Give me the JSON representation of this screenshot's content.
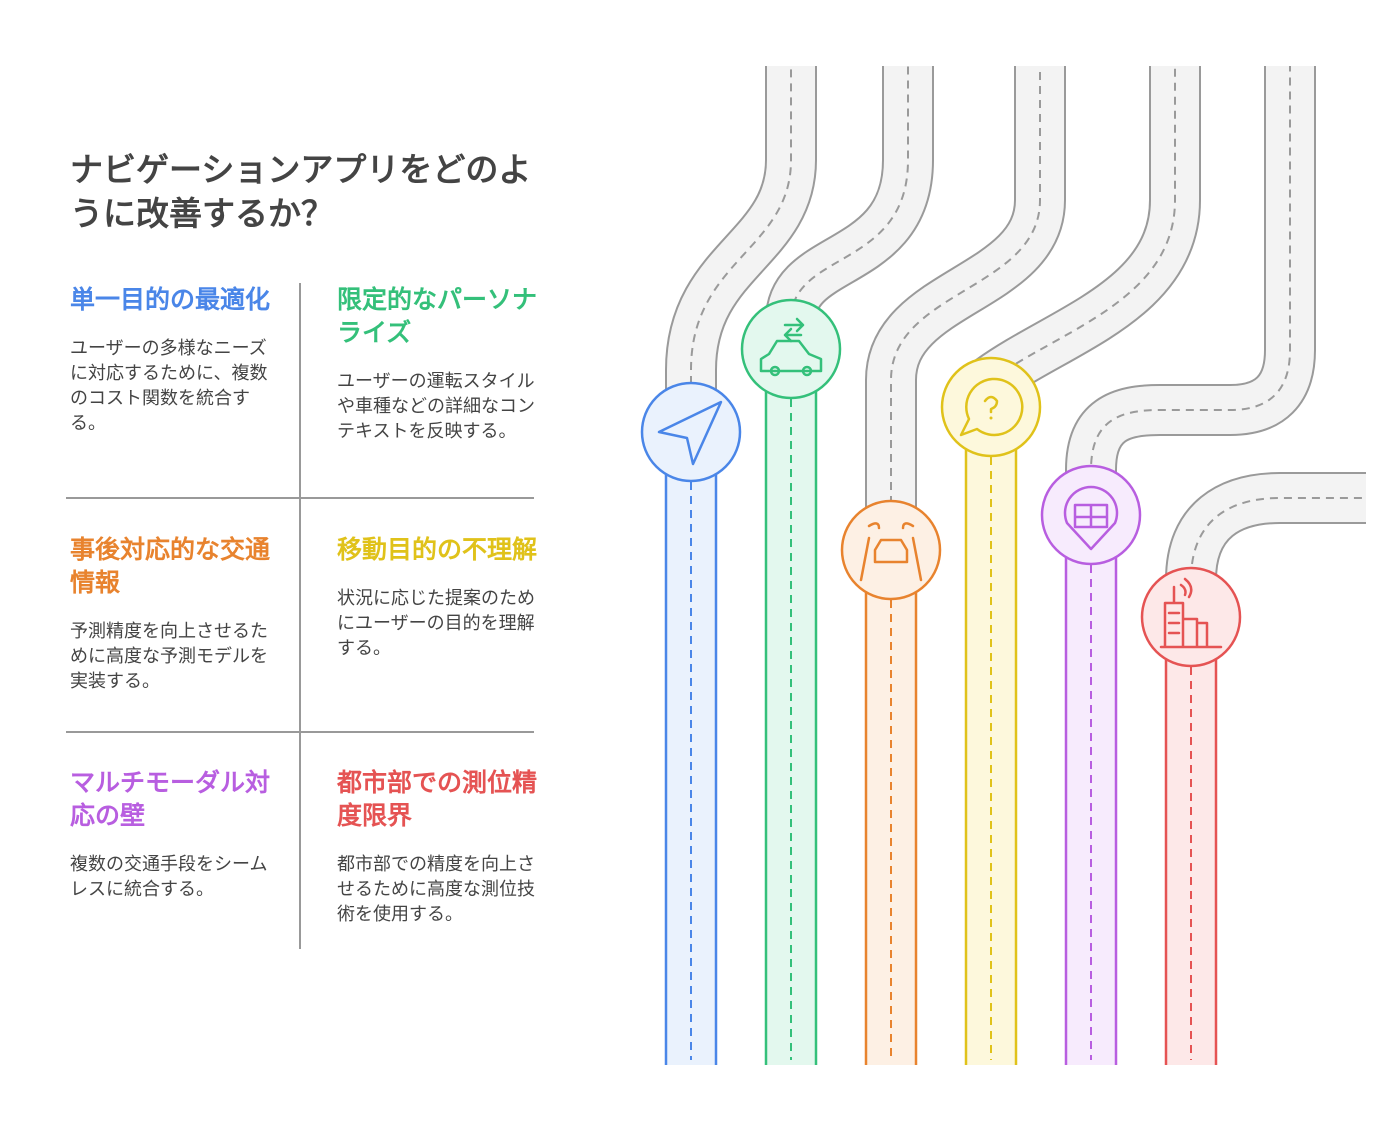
{
  "title": "ナビゲーションアプリをどのように改善するか？",
  "items": [
    {
      "heading": "単一目的の最適化",
      "body": "ユーザーの多様なニーズに対応するために、複数のコスト関数を統合する。",
      "color": "#4a86e8",
      "icon": "navigation-arrow-icon"
    },
    {
      "heading": "限定的なパーソナライズ",
      "body": "ユーザーの運転スタイルや車種などの詳細なコンテキストを反映する。",
      "color": "#34c07a",
      "icon": "car-swap-icon"
    },
    {
      "heading": "事後対応的な交通情報",
      "body": "予測精度を向上させるために高度な予測モデルを実装する。",
      "color": "#e8832e",
      "icon": "car-signal-icon"
    },
    {
      "heading": "移動目的の不理解",
      "body": "状況に応じた提案のためにユーザーの目的を理解する。",
      "color": "#e0c21a",
      "icon": "question-bubble-icon"
    },
    {
      "heading": "マルチモーダル対応の壁",
      "body": "複数の交通手段をシームレスに統合する。",
      "color": "#b85ee0",
      "icon": "bus-pin-icon"
    },
    {
      "heading": "都市部での測位精度限界",
      "body": "都市部での精度を向上させるために高度な測位技術を使用する。",
      "color": "#e55353",
      "icon": "city-signal-icon"
    }
  ]
}
